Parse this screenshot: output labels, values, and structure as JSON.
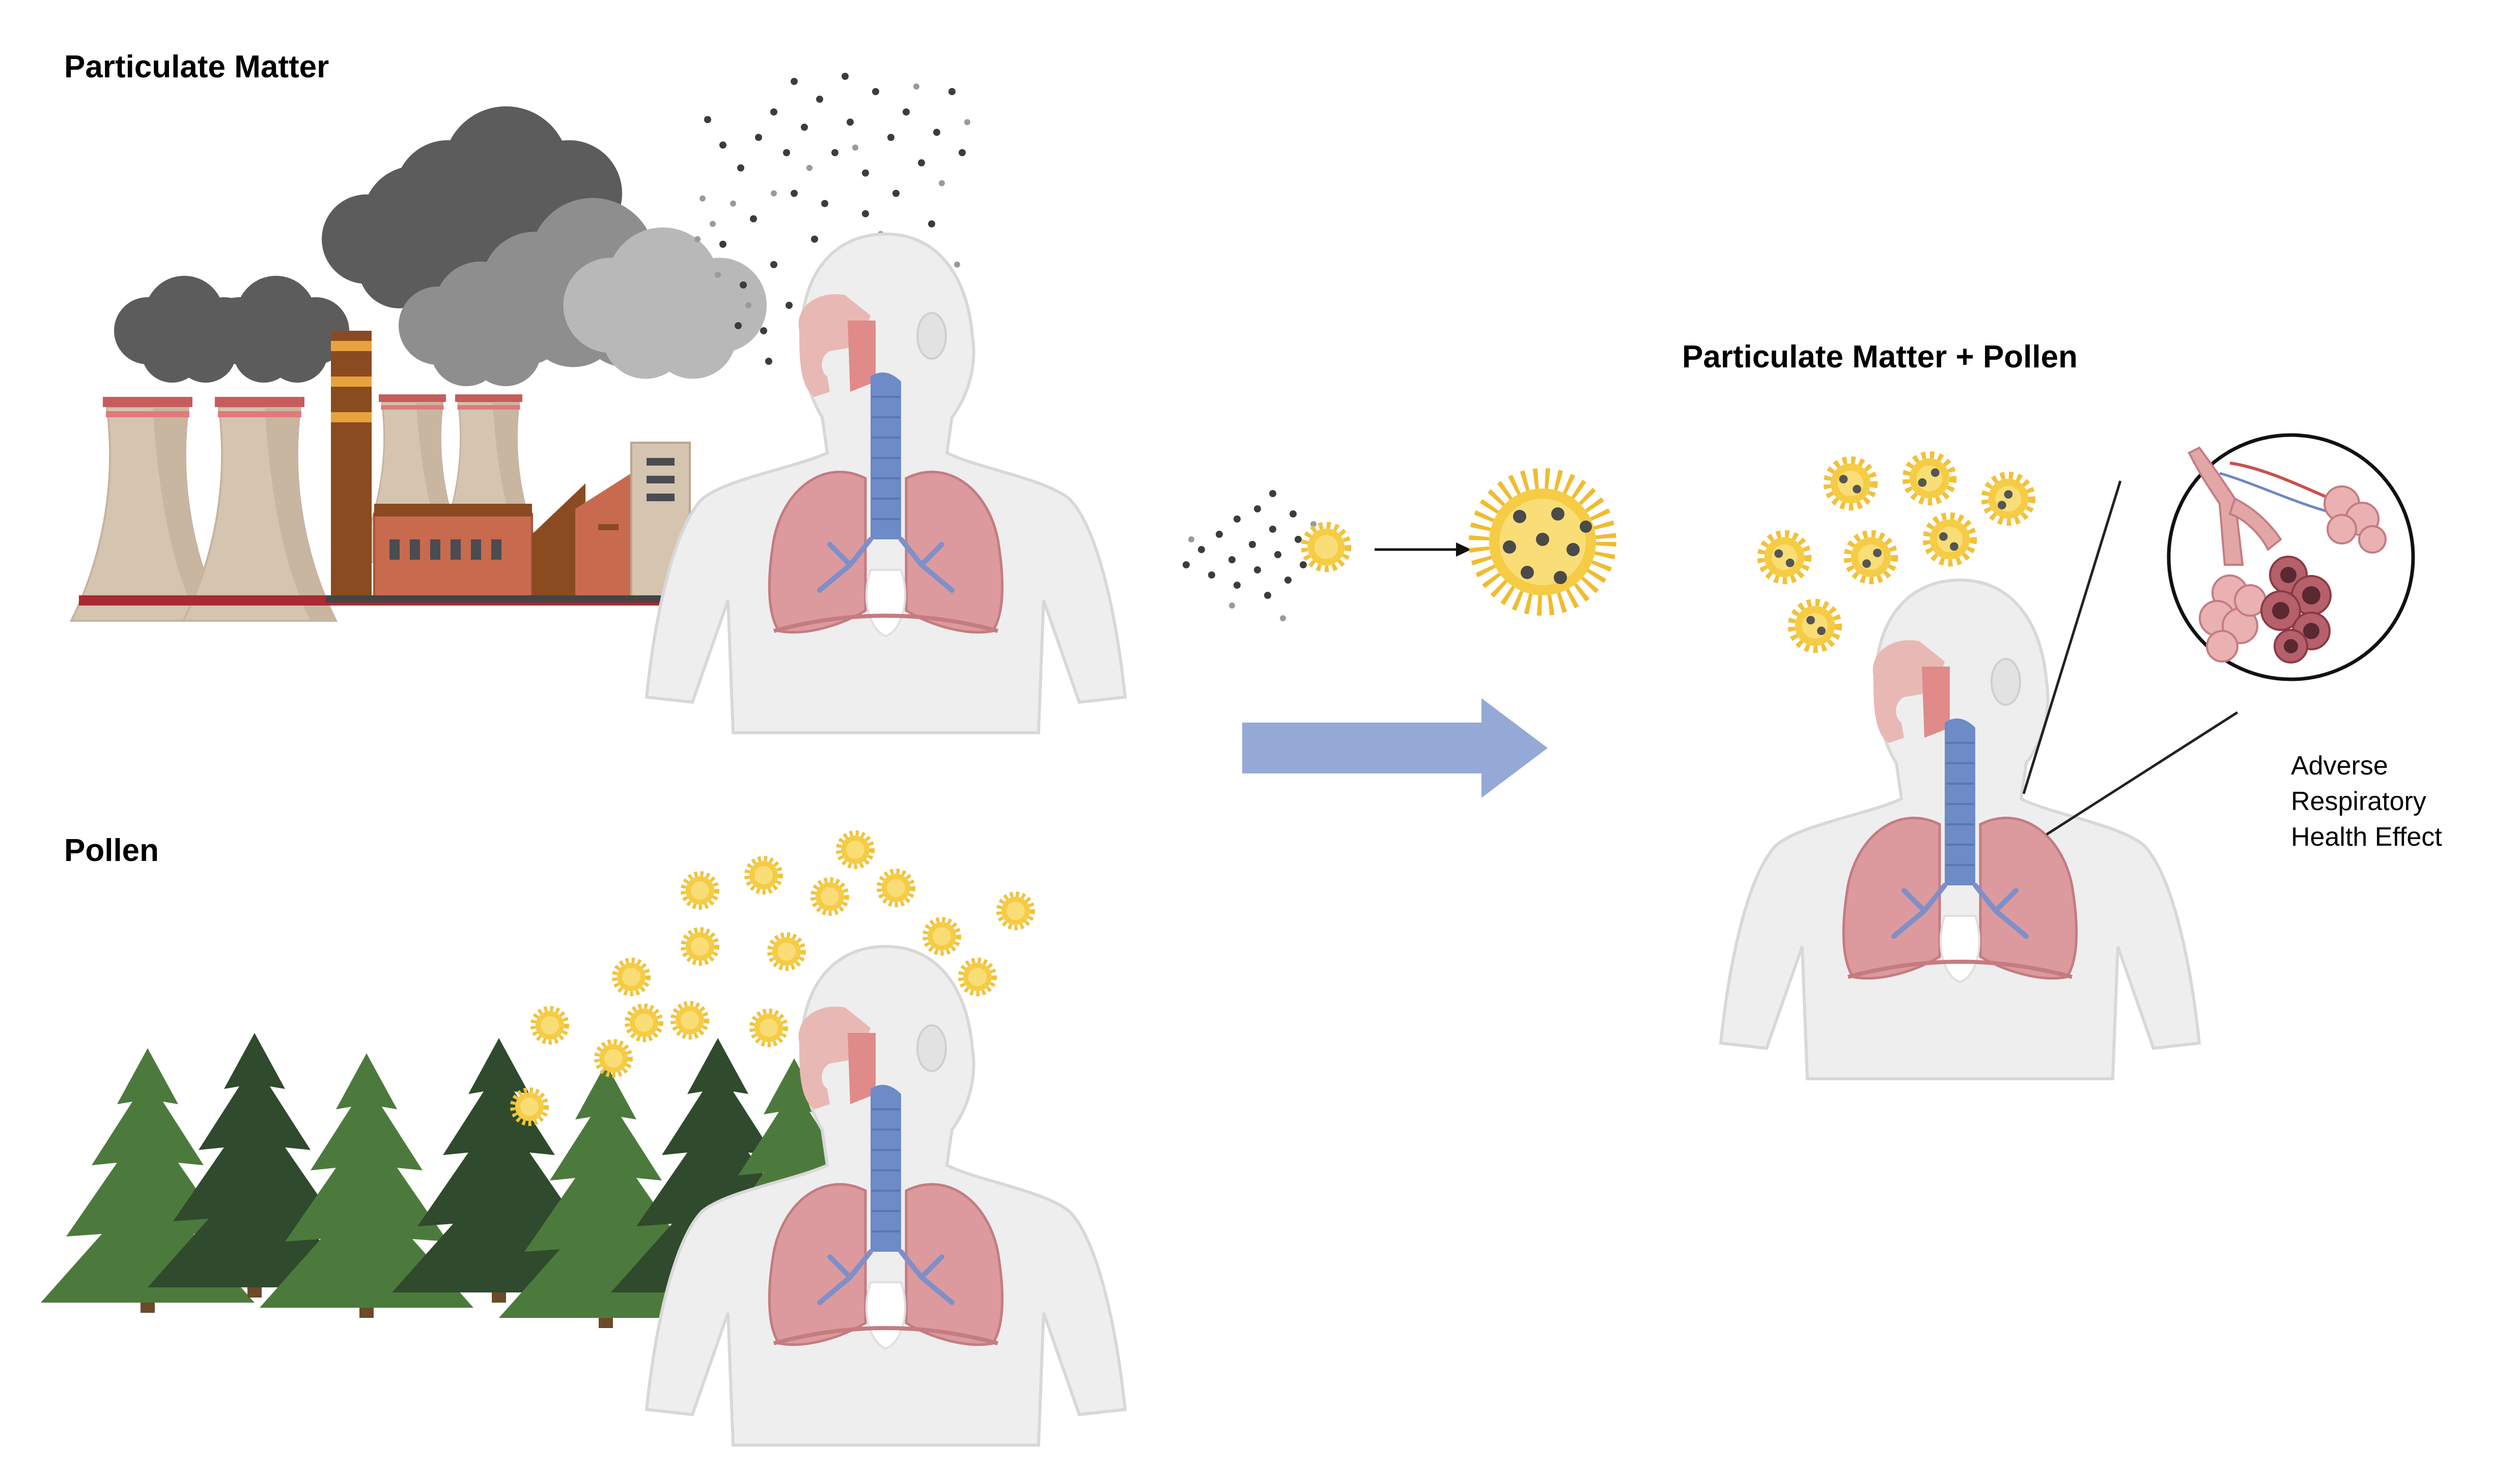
{
  "labels": {
    "particulate_matter": "Particulate Matter",
    "pollen": "Pollen",
    "combined": "Particulate Matter + Pollen",
    "effect": [
      "Adverse",
      "Respiratory",
      "Health Effect"
    ]
  },
  "colors": {
    "smoke_dark": "#5c5c5c",
    "smoke_light": "#9c9c9c",
    "pollen_yellow": "#f6cc45",
    "pollen_core": "#f9dd76",
    "lung_pink": "#dc9a9e",
    "trachea_blue": "#6d8bc6",
    "body_gray": "#eeeeee",
    "tree_green": "#4c7a3c",
    "tree_dark": "#2f4a2c",
    "arrow_blue": "#95a9d6",
    "brick": "#c86a4e",
    "chimney_brown": "#8a4b21",
    "tower_beige": "#d4c4b0"
  },
  "icons": [
    "factory-icon",
    "smoke-icon",
    "particle-icon",
    "human-body-icon",
    "lungs-icon",
    "tree-icon",
    "pollen-icon",
    "arrow-icon",
    "alveoli-icon"
  ]
}
